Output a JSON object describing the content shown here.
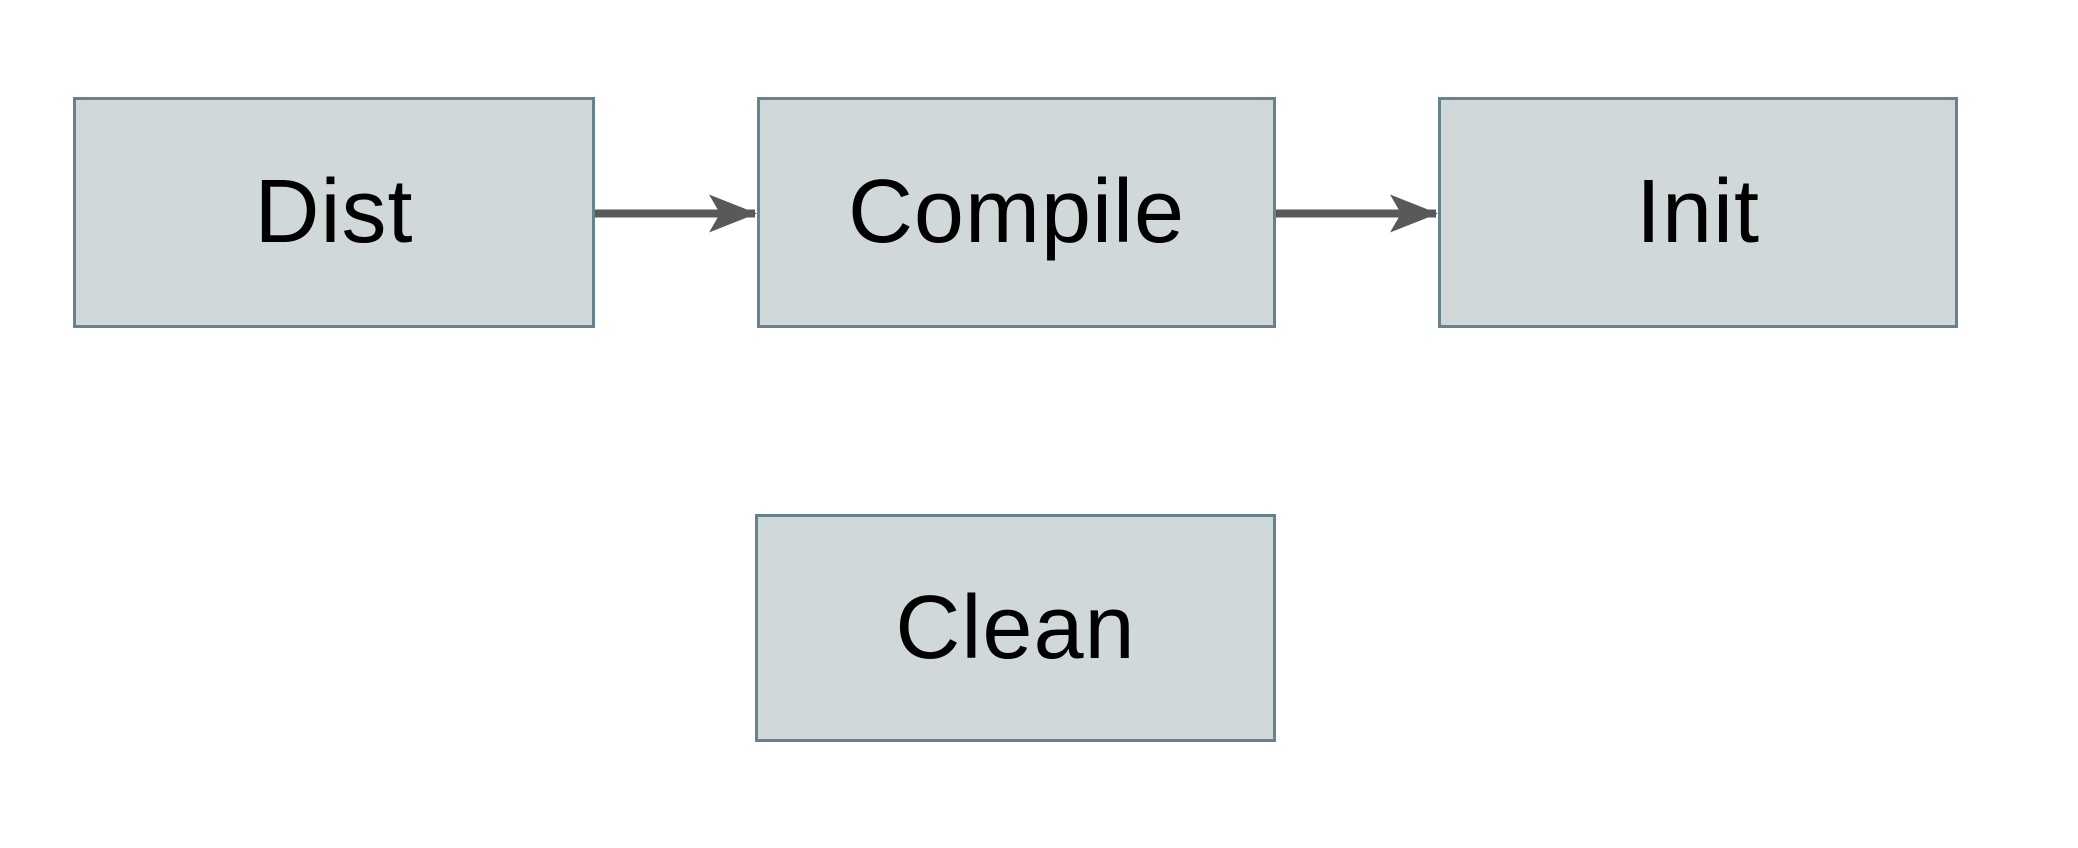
{
  "diagram": {
    "nodes": [
      {
        "id": "dist",
        "label": "Dist"
      },
      {
        "id": "compile",
        "label": "Compile"
      },
      {
        "id": "init",
        "label": "Init"
      },
      {
        "id": "clean",
        "label": "Clean"
      }
    ],
    "edges": [
      {
        "from": "Dist",
        "to": "Compile",
        "direction": "right"
      },
      {
        "from": "Compile",
        "to": "Init",
        "direction": "right"
      }
    ],
    "colors": {
      "background": "#ffffff",
      "node_fill": "#d1d8da",
      "node_border": "#66828e",
      "arrow": "#595959",
      "text": "#000000"
    }
  }
}
